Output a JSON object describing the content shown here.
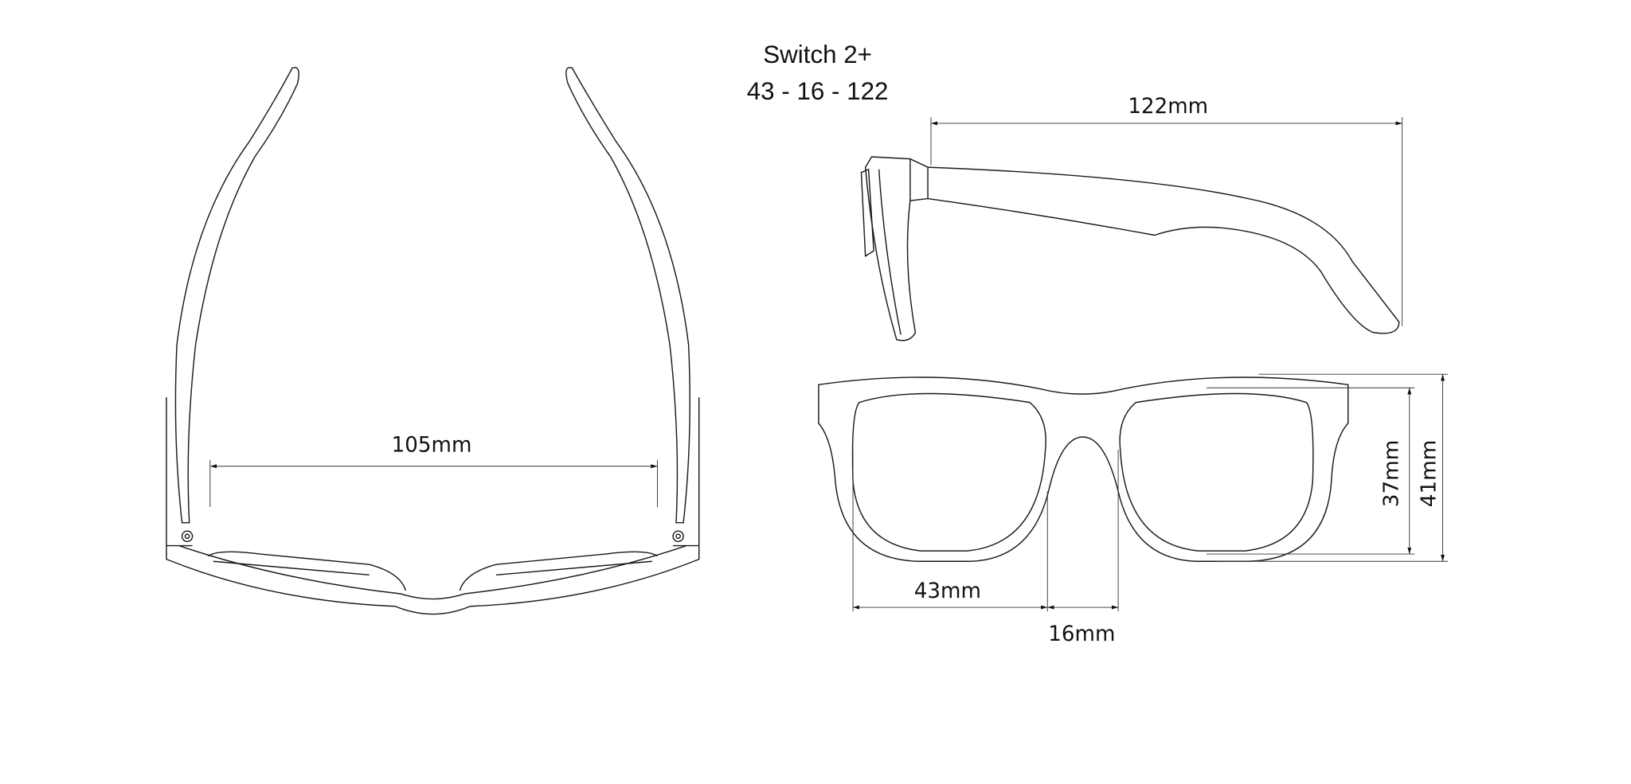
{
  "title": {
    "model": "Switch 2+",
    "size_code": "43 - 16 - 122"
  },
  "dimensions": {
    "temple_length": "122mm",
    "inner_width": "105mm",
    "lens_width": "43mm",
    "bridge_width": "16mm",
    "lens_height": "37mm",
    "frame_height": "41mm"
  },
  "colors": {
    "line": "#1a1a1a",
    "background": "#ffffff"
  }
}
